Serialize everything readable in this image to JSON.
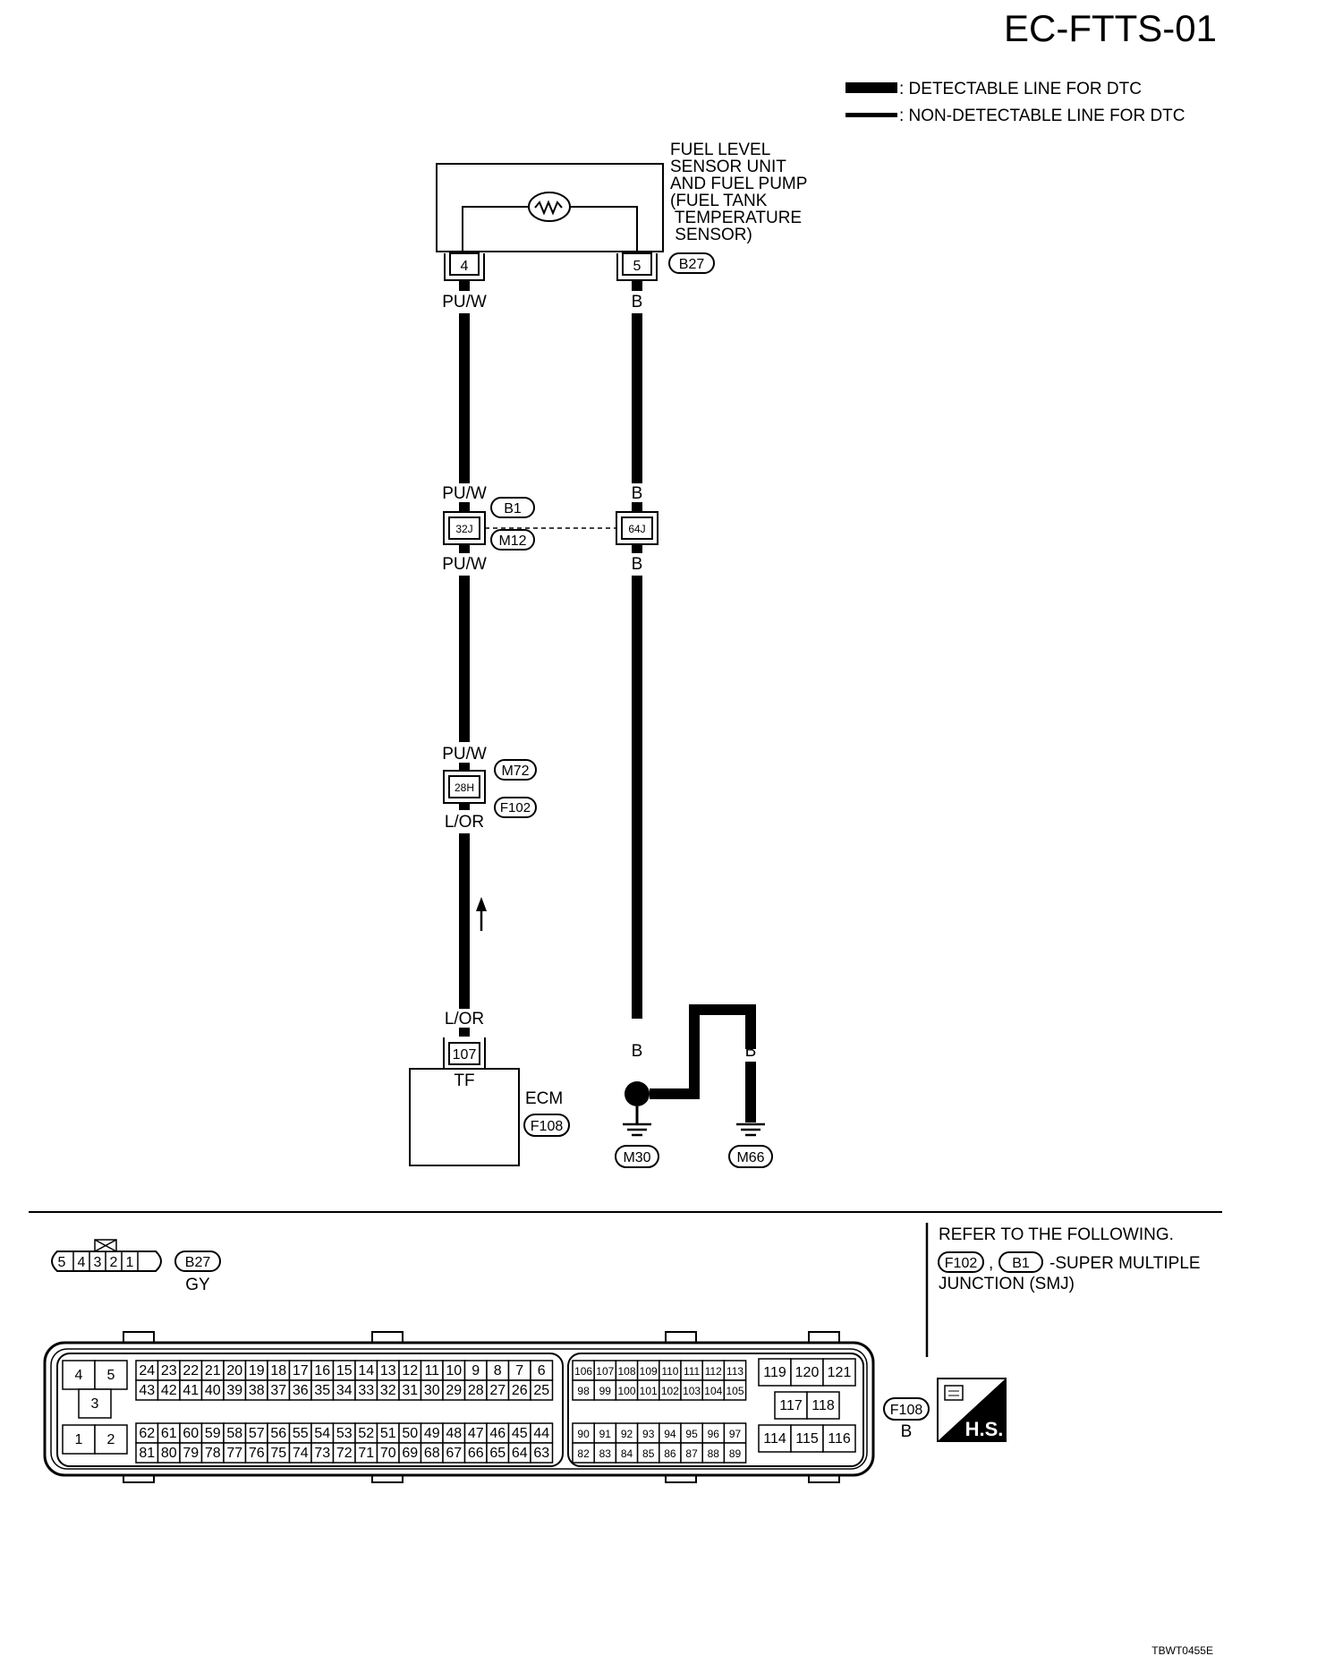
{
  "page": {
    "code": "EC-FTTS-01",
    "footer_ref": "TBWT0455E"
  },
  "legend": {
    "detectable": ": DETECTABLE LINE FOR DTC",
    "non_detectable": ": NON-DETECTABLE LINE FOR DTC"
  },
  "sensor": {
    "title_lines": [
      "FUEL LEVEL",
      "SENSOR UNIT",
      "AND FUEL PUMP",
      "(FUEL TANK",
      " TEMPERATURE",
      " SENSOR)"
    ],
    "connector": "B27",
    "pin_left": "4",
    "pin_right": "5"
  },
  "wires": {
    "left_top": "PU/W",
    "right_top": "B",
    "left_mid_above": "PU/W",
    "right_mid_above": "B",
    "left_mid_below": "PU/W",
    "right_mid_below": "B",
    "left_low_above": "PU/W",
    "left_low_below": "L/OR",
    "left_bottom": "L/OR",
    "right_bottom": "B",
    "ground_b1": "B",
    "ground_b2": "B"
  },
  "junction_smj": {
    "left_pin": "32J",
    "right_pin": "64J",
    "conn_top": "B1",
    "conn_bottom": "M12"
  },
  "junction_2": {
    "pin": "28H",
    "conn_top": "M72",
    "conn_bottom": "F102"
  },
  "ecm": {
    "pin": "107",
    "terminal": "TF",
    "label": "ECM",
    "connector": "F108"
  },
  "grounds": [
    "M30",
    "M66"
  ],
  "b27_face": {
    "pins": [
      "5",
      "4",
      "3",
      "2",
      "1"
    ],
    "connector": "B27",
    "color": "GY"
  },
  "refer_note": {
    "line1": "REFER TO THE FOLLOWING.",
    "conn_a": "F102",
    "sep": ",",
    "conn_b": "B1",
    "tail": "-SUPER MULTIPLE",
    "line3": "JUNCTION (SMJ)"
  },
  "f108_face": {
    "connector": "F108",
    "color": "B",
    "power_block": [
      "4",
      "5",
      "3",
      "1",
      "2"
    ],
    "row1": [
      "24",
      "23",
      "22",
      "21",
      "20",
      "19",
      "18",
      "17",
      "16",
      "15",
      "14",
      "13",
      "12",
      "11",
      "10",
      "9",
      "8",
      "7",
      "6"
    ],
    "row2": [
      "43",
      "42",
      "41",
      "40",
      "39",
      "38",
      "37",
      "36",
      "35",
      "34",
      "33",
      "32",
      "31",
      "30",
      "29",
      "28",
      "27",
      "26",
      "25"
    ],
    "row3": [
      "62",
      "61",
      "60",
      "59",
      "58",
      "57",
      "56",
      "55",
      "54",
      "53",
      "52",
      "51",
      "50",
      "49",
      "48",
      "47",
      "46",
      "45",
      "44"
    ],
    "row4": [
      "81",
      "80",
      "79",
      "78",
      "77",
      "76",
      "75",
      "74",
      "73",
      "72",
      "71",
      "70",
      "69",
      "68",
      "67",
      "66",
      "65",
      "64",
      "63"
    ],
    "mid_row1": [
      "106",
      "107",
      "108",
      "109",
      "110",
      "111",
      "112",
      "113"
    ],
    "mid_row2": [
      "98",
      "99",
      "100",
      "101",
      "102",
      "103",
      "104",
      "105"
    ],
    "mid_row3": [
      "90",
      "91",
      "92",
      "93",
      "94",
      "95",
      "96",
      "97"
    ],
    "mid_row4": [
      "82",
      "83",
      "84",
      "85",
      "86",
      "87",
      "88",
      "89"
    ],
    "right_row1": [
      "119",
      "120",
      "121"
    ],
    "right_row2": [
      "117",
      "118"
    ],
    "right_row3": [
      "114",
      "115",
      "116"
    ]
  },
  "hs_badge": "H.S."
}
